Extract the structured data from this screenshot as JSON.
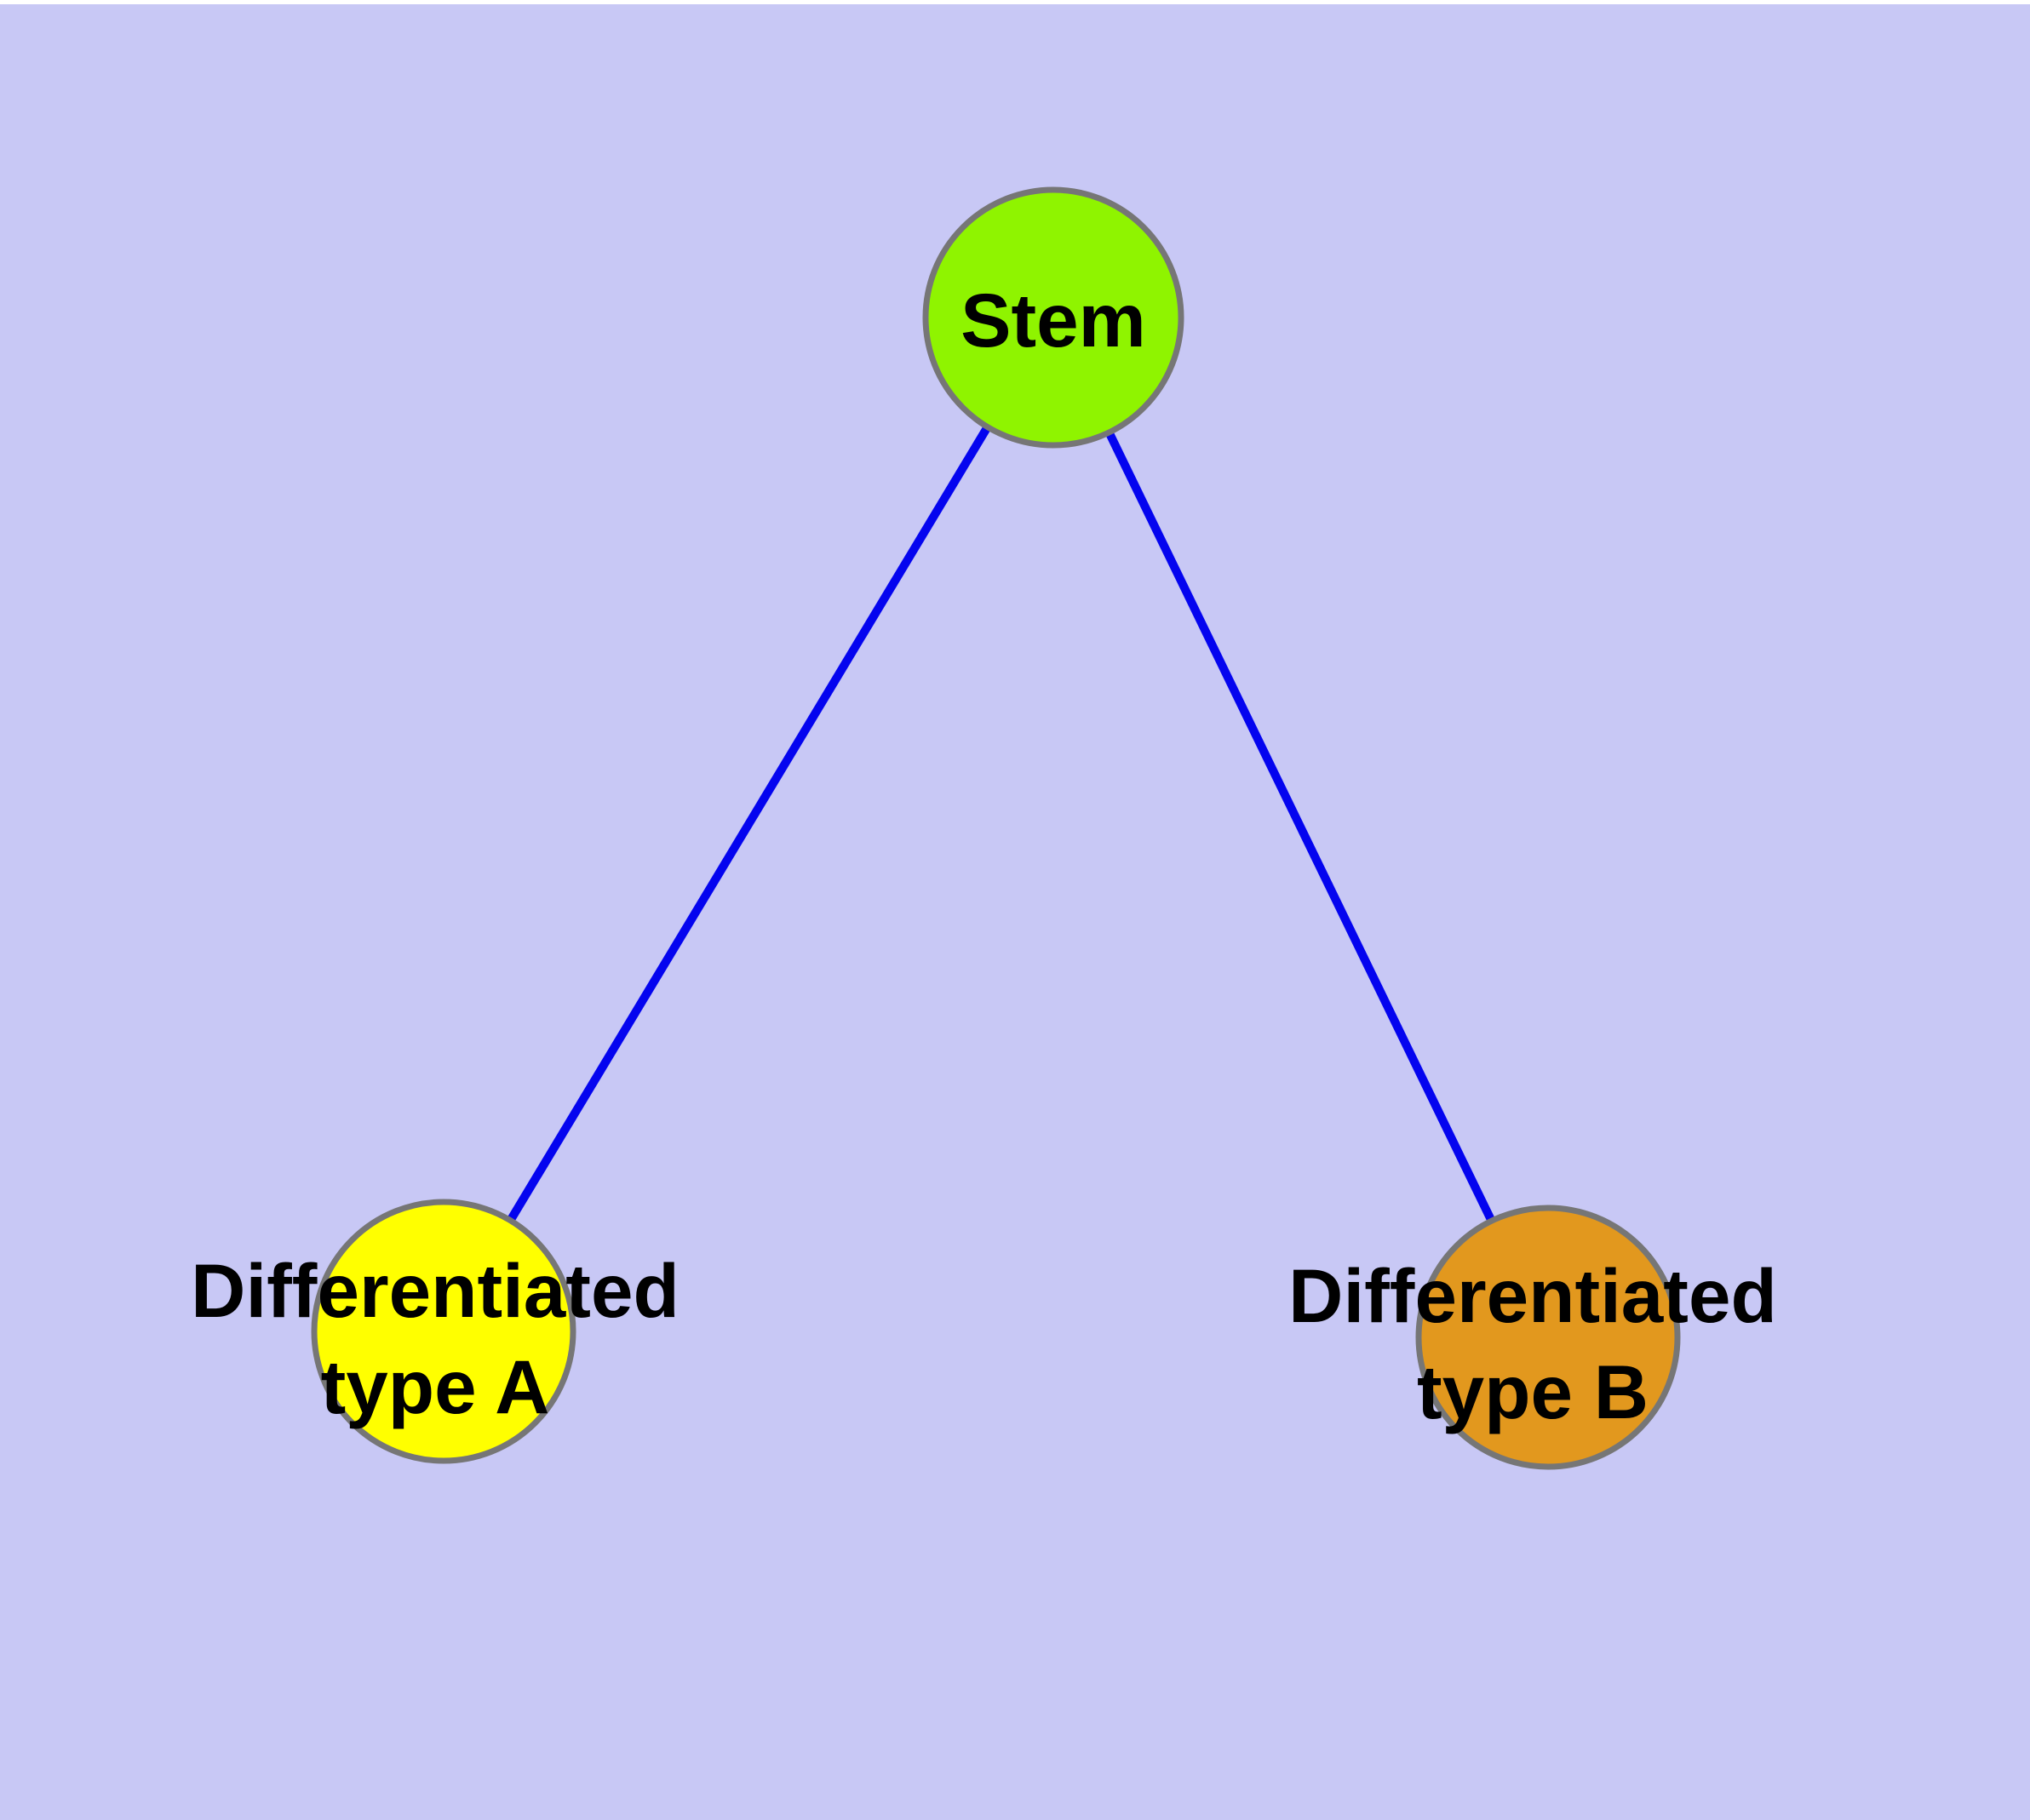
{
  "diagram": {
    "background_color": "#C8C8F5",
    "top_margin_color": "#FFFFFF",
    "edge_color": "#0404EF",
    "node_border_color": "#767676",
    "text_color": "#000000",
    "nodes": {
      "stem": {
        "label": "Stem",
        "fill": "#8FF400"
      },
      "type_a": {
        "label_line1": "Differentiated",
        "label_line2": "type A",
        "fill": "#FFFF00"
      },
      "type_b": {
        "label_line1": "Differentiated",
        "label_line2": "type B",
        "fill": "#E2981E"
      }
    },
    "edges": [
      {
        "from": "stem",
        "to": "type_a"
      },
      {
        "from": "stem",
        "to": "type_b"
      }
    ]
  }
}
